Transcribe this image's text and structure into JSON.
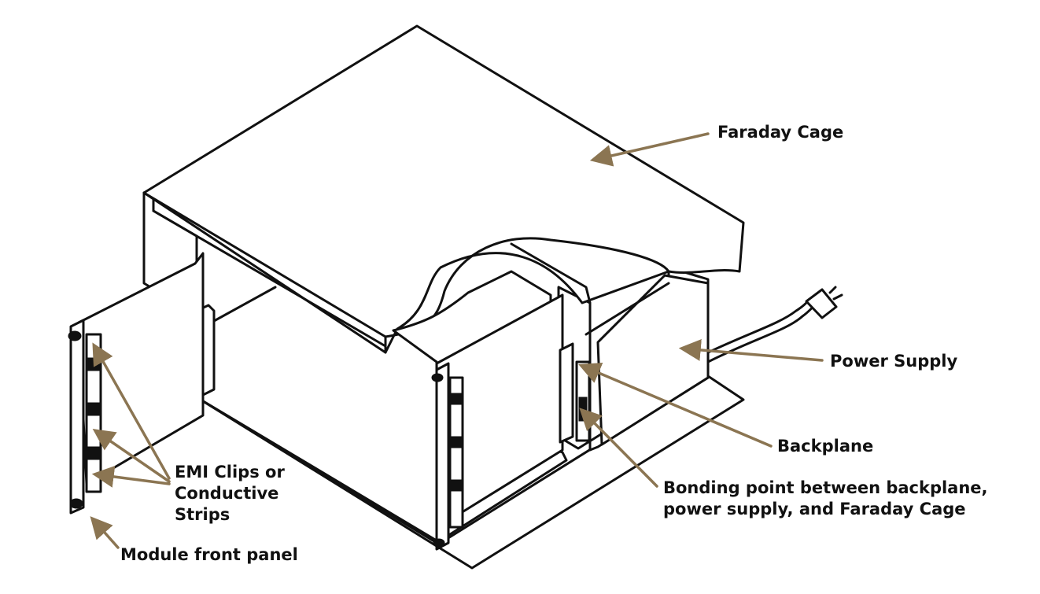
{
  "labels": {
    "faraday_cage": "Faraday Cage",
    "power_supply": "Power Supply",
    "backplane": "Backplane",
    "bonding_line1": "Bonding point between backplane,",
    "bonding_line2": "power supply, and Faraday Cage",
    "emi_line1": "EMI Clips or",
    "emi_line2": "Conductive",
    "emi_line3": "Strips",
    "module_front_panel": "Module front panel"
  },
  "colors": {
    "arrow": "#8b7552",
    "line": "#111111",
    "background": "#ffffff"
  }
}
